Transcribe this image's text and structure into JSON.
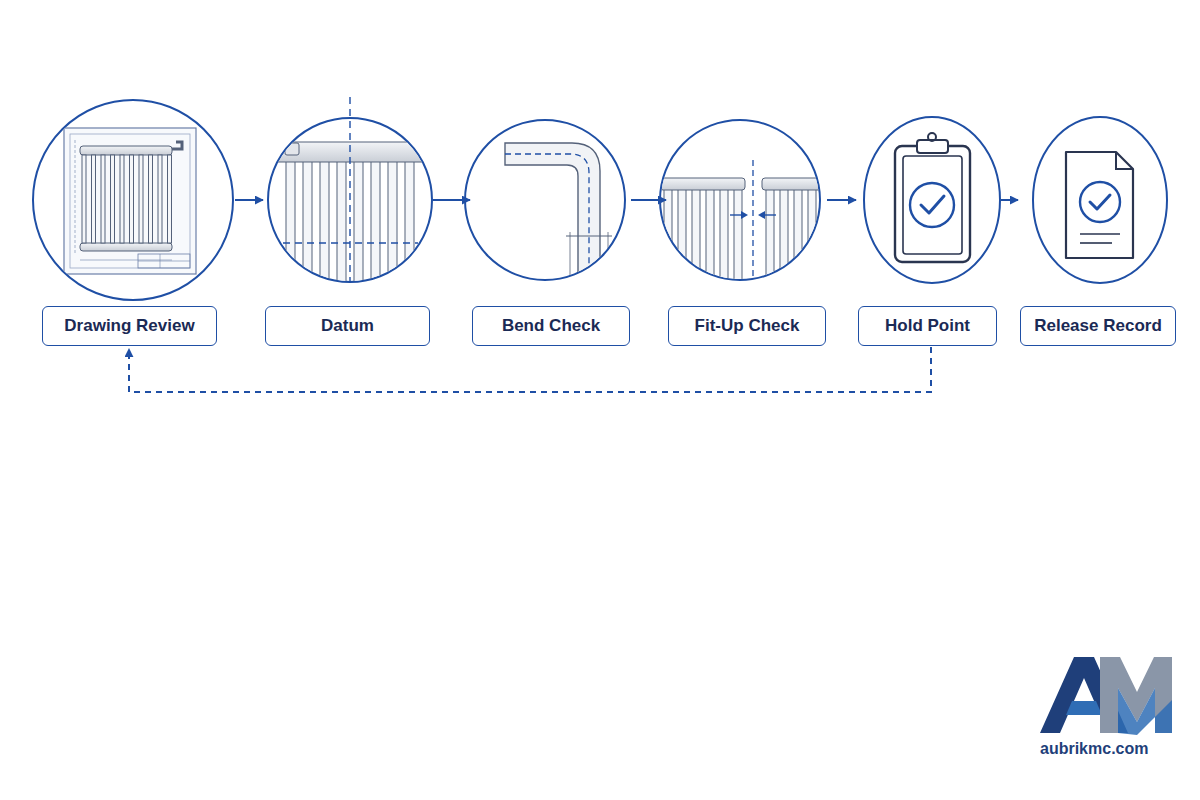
{
  "diagram": {
    "nodes": [
      {
        "text": [
          "Drawing Review"
        ]
      },
      {
        "text": [
          "Datum"
        ]
      },
      {
        "text": [
          "Bend Check"
        ]
      },
      {
        "text": [
          "Fit-Up Check"
        ]
      },
      {
        "text": [
          "Hold Point"
        ]
      },
      {
        "text": [
          "Release Record"
        ]
      }
    ],
    "edges": [
      {
        "from": 0,
        "to": 1,
        "arrow": "to"
      },
      {
        "from": 1,
        "to": 2,
        "arrow": "to"
      },
      {
        "from": 2,
        "to": 3,
        "arrow": "to"
      },
      {
        "from": 3,
        "to": 4,
        "arrow": "to"
      },
      {
        "from": 4,
        "to": 5,
        "arrow": "to"
      },
      {
        "from": 4,
        "to": 0,
        "arrow": "to"
      }
    ],
    "labels": [
      "aubrikmc.com"
    ]
  }
}
